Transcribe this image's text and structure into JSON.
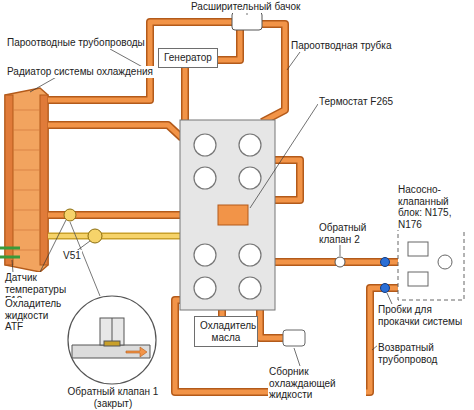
{
  "diagram": {
    "nodes": [
      {
        "text": [
          "Генератор"
        ]
      },
      {
        "text": [
          "Охладитель масла"
        ]
      }
    ],
    "labels": [
      "Расширительный бачок",
      "Пароотводные трубопроводы",
      "Пароотводная трубка",
      "Радиатор системы охлаждения",
      "Термостат F265",
      "Насосно-клапанный блок: N175, N176",
      "Обратный клапан 2",
      "V51",
      "Датчик температуры F18",
      "Охладитель жидкости ATF",
      "Пробки для прокачки системы",
      "Возвратный трубопровод",
      "Сборник охлаждающей жидкости",
      "Обратный клапан 1 (закрыт)"
    ]
  }
}
